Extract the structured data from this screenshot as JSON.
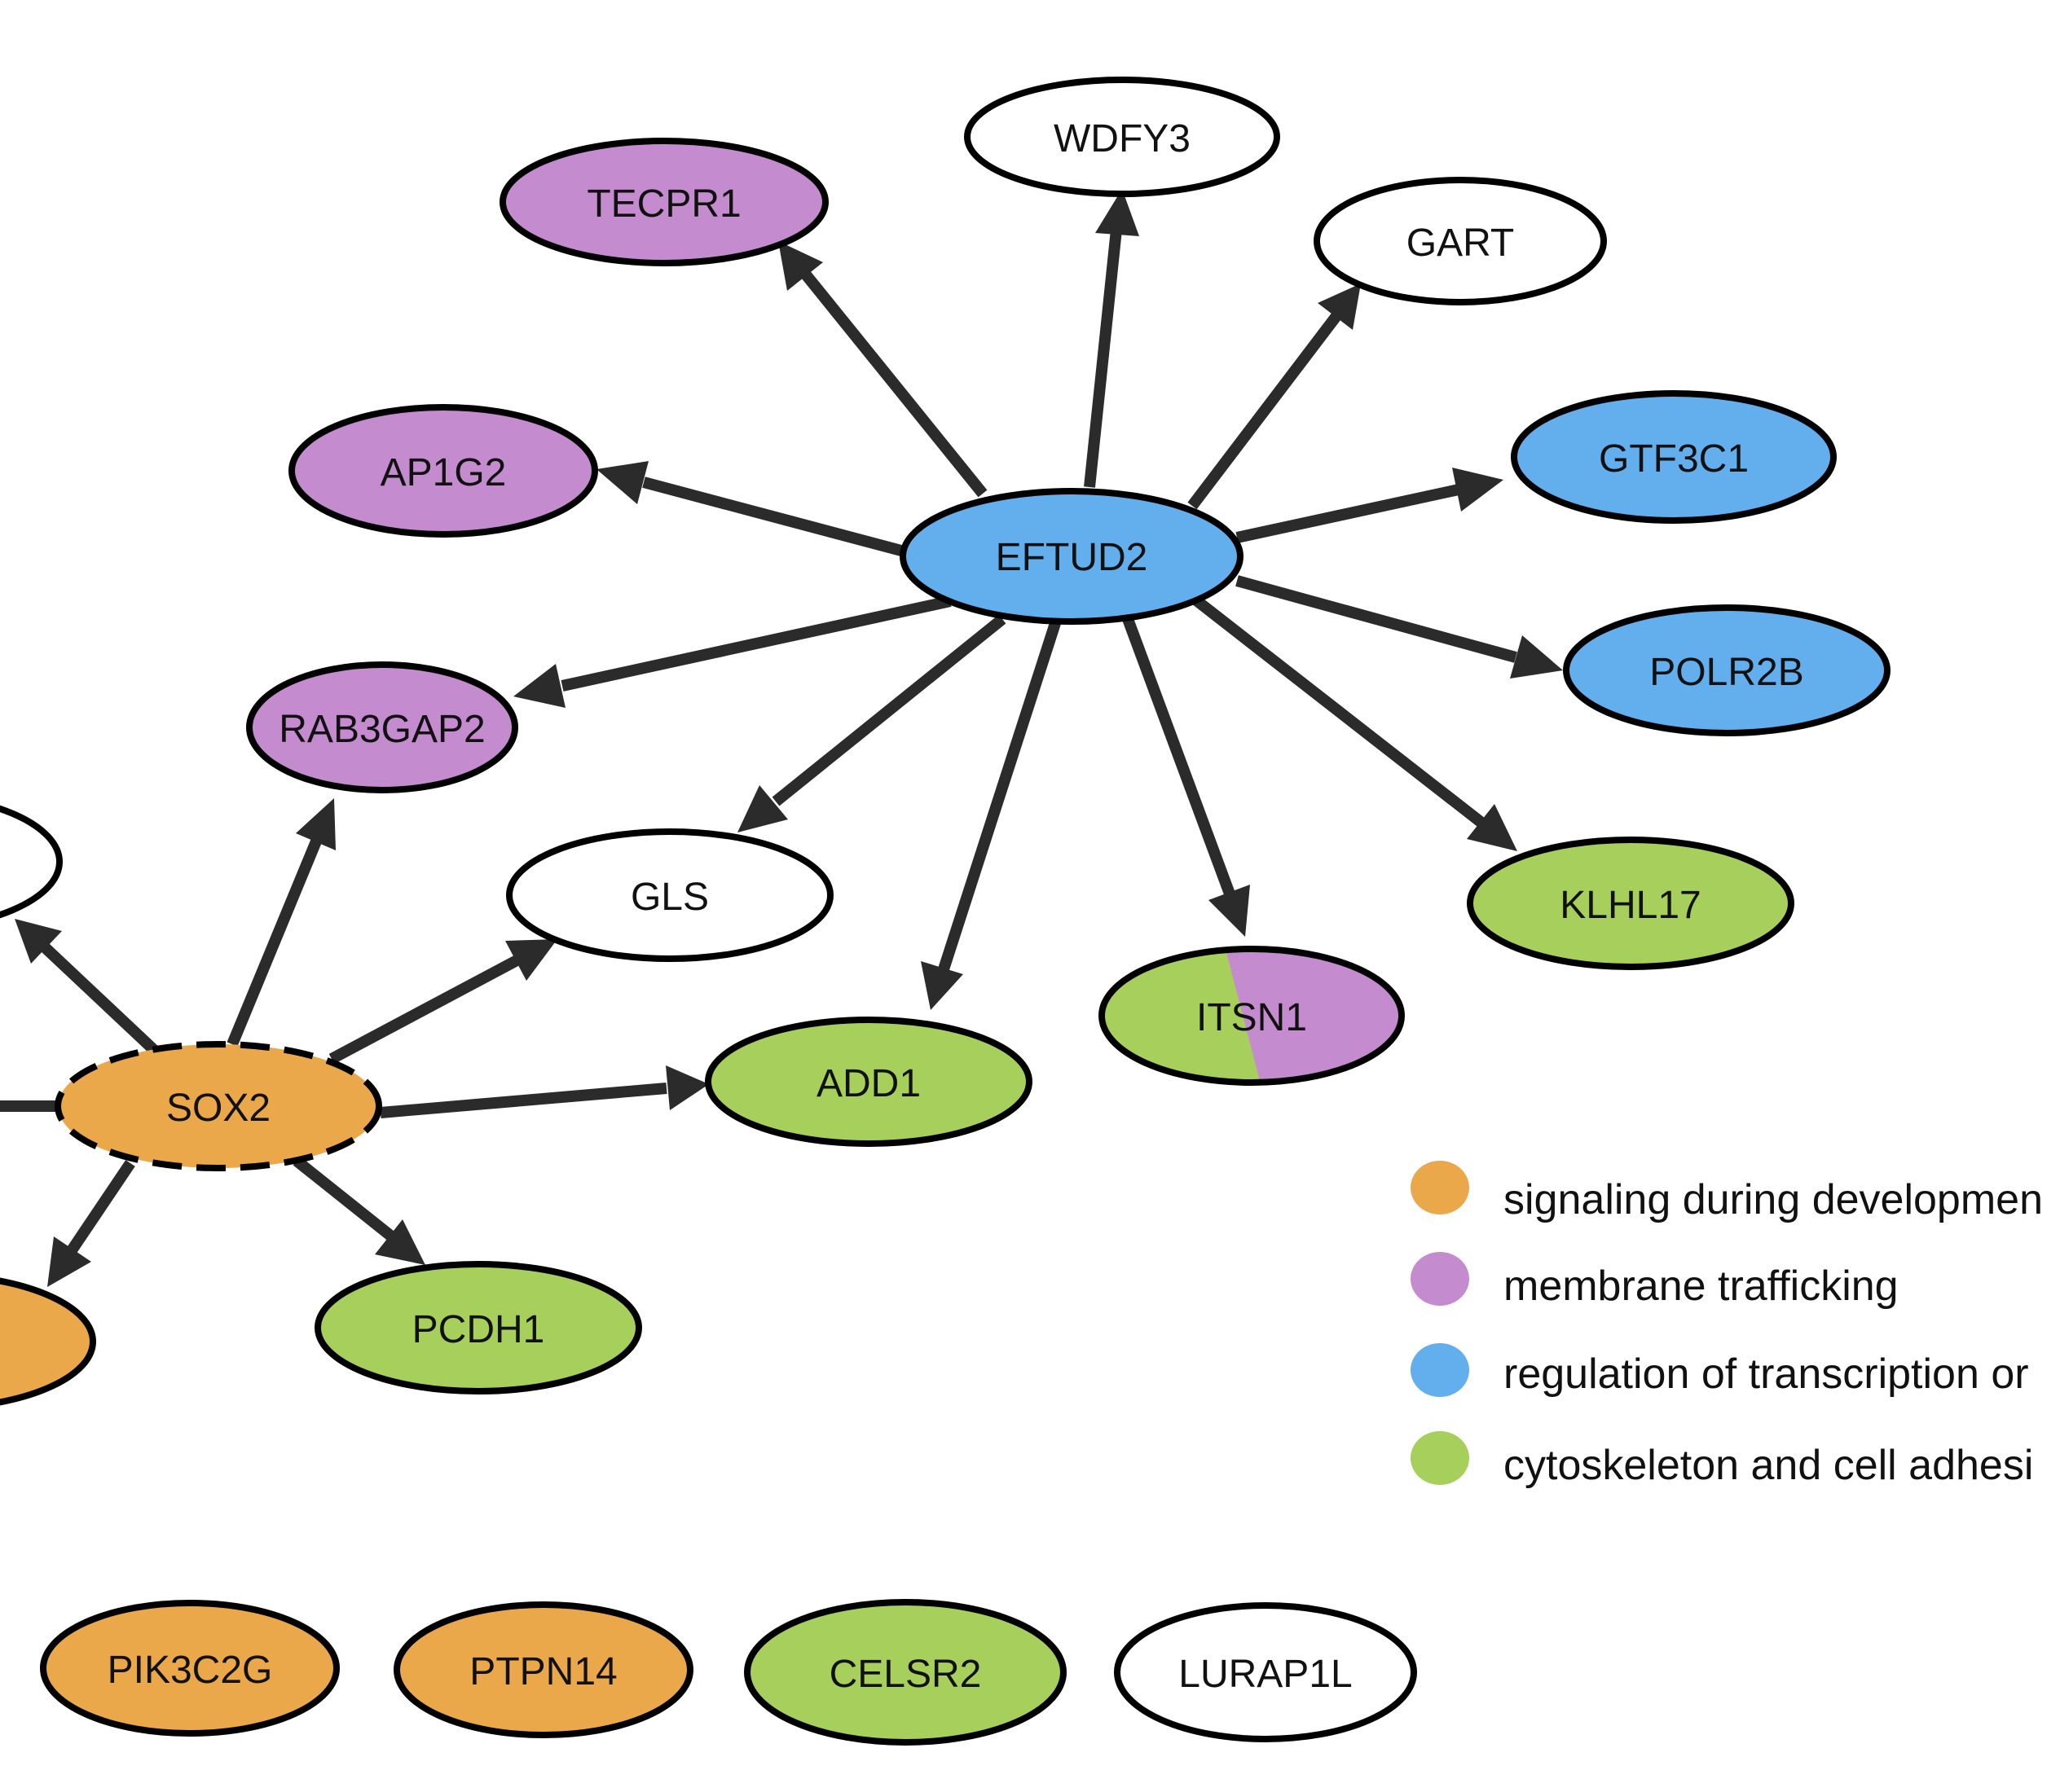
{
  "colors": {
    "signaling": "#EBA84A",
    "membrane": "#C58BCF",
    "transcription": "#63AEED",
    "cytoskeleton": "#A7CF5C",
    "none": "#FFFFFF",
    "edge": "#2b2b2b"
  },
  "nodes": {
    "eftud2": "EFTUD2",
    "wdfy3": "WDFY3",
    "tecpr1": "TECPR1",
    "gart": "GART",
    "ap1g2": "AP1G2",
    "gtf3c1": "GTF3C1",
    "rab3gap2": "RAB3GAP2",
    "polr2b": "POLR2B",
    "gls": "GLS",
    "klhl17": "KLHL17",
    "itsn1": "ITSN1",
    "add1": "ADD1",
    "sox2": "SOX2",
    "pcdh1": "PCDH1",
    "pik3c2g": "PIK3C2G",
    "ptpn14": "PTPN14",
    "celsr2": "CELSR2",
    "lurap1l": "LURAP1L"
  },
  "legend": [
    {
      "label": "signaling during developmen",
      "color": "#EBA84A"
    },
    {
      "label": "membrane trafficking",
      "color": "#C58BCF"
    },
    {
      "label": "regulation of transcription or",
      "color": "#63AEED"
    },
    {
      "label": "cytoskeleton and cell adhesi",
      "color": "#A7CF5C"
    }
  ]
}
